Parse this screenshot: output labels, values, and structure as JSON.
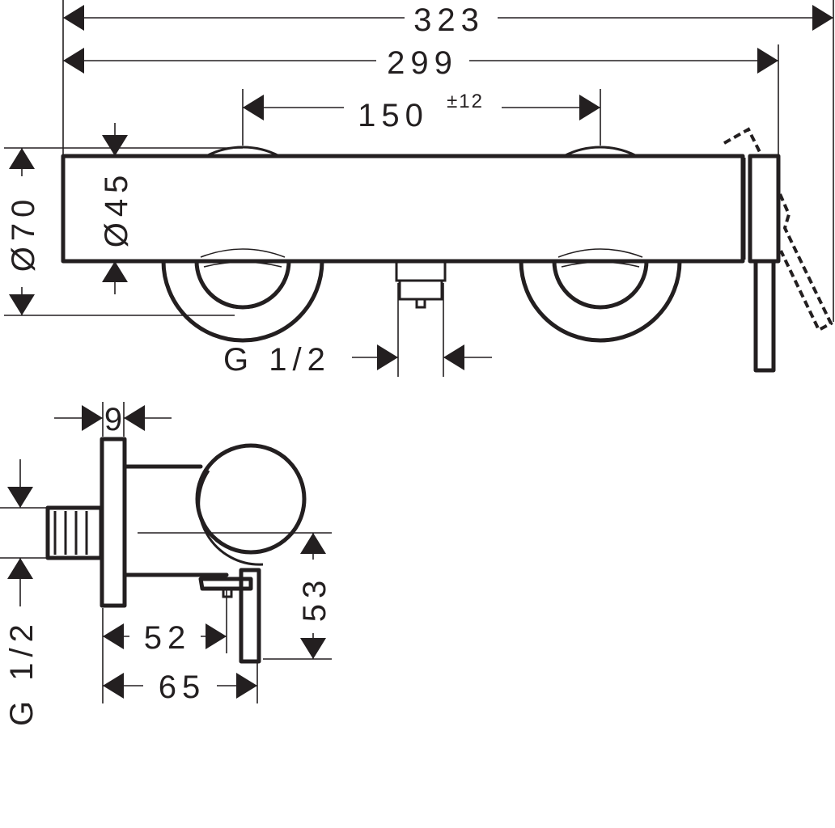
{
  "title": "Shower mixer dimension drawing",
  "front_view": {
    "overall_width": "323",
    "body_width": "299",
    "connection_spacing": "150",
    "connection_tolerance": "±12",
    "rosette_diameter": "Ø70",
    "body_diameter": "Ø45",
    "outlet_thread": "G 1/2"
  },
  "side_view": {
    "plate_thickness": "9",
    "inlet_thread": "G 1/2",
    "outlet_projection": "52",
    "total_projection": "65",
    "lever_height": "53"
  },
  "colors": {
    "line": "#231f20",
    "background": "#ffffff"
  }
}
